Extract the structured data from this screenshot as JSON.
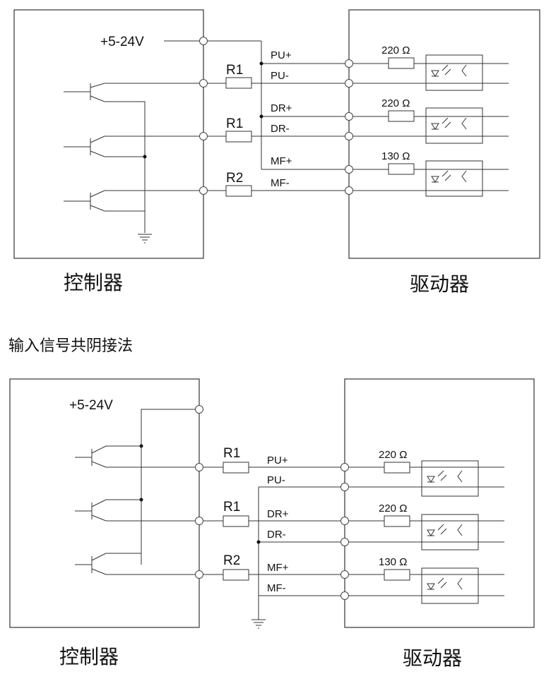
{
  "top": {
    "voltage": "+5-24V",
    "controller_label": "控制器",
    "driver_label": "驱动器",
    "r_labels": [
      "R1",
      "R1",
      "R2"
    ],
    "signals": [
      "PU+",
      "PU-",
      "DR+",
      "DR-",
      "MF+",
      "MF-"
    ],
    "ohms": [
      "220 Ω",
      "220 Ω",
      "130 Ω"
    ]
  },
  "section_title": "输入信号共阴接法",
  "bottom": {
    "voltage": "+5-24V",
    "controller_label": "控制器",
    "driver_label": "驱动器",
    "r_labels": [
      "R1",
      "R1",
      "R2"
    ],
    "signals": [
      "PU+",
      "PU-",
      "DR+",
      "DR-",
      "MF+",
      "MF-"
    ],
    "ohms": [
      "220 Ω",
      "220 Ω",
      "130 Ω"
    ]
  }
}
